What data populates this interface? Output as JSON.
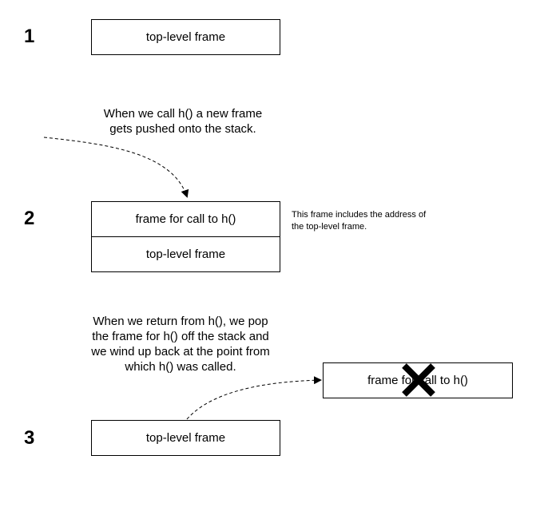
{
  "steps": [
    {
      "number": "1",
      "frames": [
        "top-level frame"
      ]
    },
    {
      "number": "2",
      "frames": [
        "frame for call to h()",
        "top-level frame"
      ]
    },
    {
      "number": "3",
      "frames": [
        "top-level frame"
      ]
    }
  ],
  "notes": {
    "push": "When we call h() a new frame gets pushed onto the stack.",
    "address": "This frame includes the address of the top-level frame.",
    "pop": "When we return from h(), we pop the frame for h() off the stack and we wind up back at the point from which h() was called."
  },
  "popped_frame": {
    "label": "frame for call to h()",
    "mark": "x-mark-icon"
  }
}
